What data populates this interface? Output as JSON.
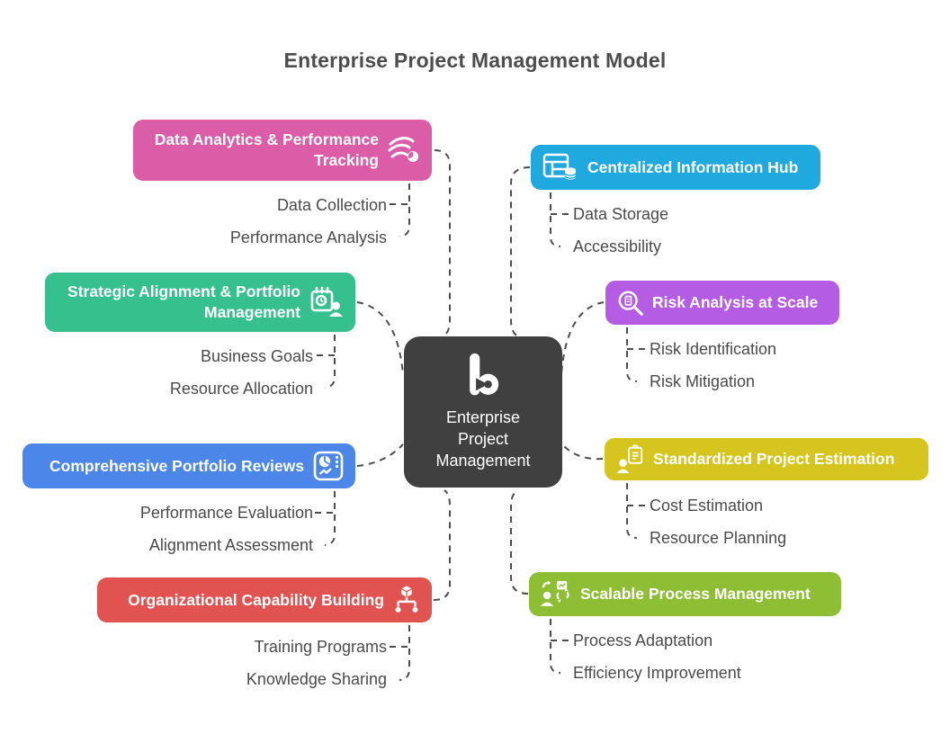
{
  "title": "Enterprise Project Management Model",
  "connector_color": "#4d4d4d",
  "center": {
    "label": "Enterprise Project Management",
    "lines": [
      "Enterprise",
      "Project",
      "Management"
    ],
    "color": "#404040",
    "logo_icon": "b-logo-icon"
  },
  "branches": {
    "left": [
      {
        "label": "Data Analytics & Performance Tracking",
        "color": "#DB5CA7",
        "icon": "wind-performance-icon",
        "items": [
          "Data Collection",
          "Performance Analysis"
        ]
      },
      {
        "label": "Strategic Alignment & Portfolio Management",
        "color": "#35C08D",
        "icon": "calendar-user-icon",
        "items": [
          "Business Goals",
          "Resource Allocation"
        ]
      },
      {
        "label": "Comprehensive Portfolio Reviews",
        "color": "#4C86E8",
        "icon": "pie-chart-report-icon",
        "items": [
          "Performance Evaluation",
          "Alignment Assessment"
        ]
      },
      {
        "label": "Organizational Capability Building",
        "color": "#E15350",
        "icon": "hierarchy-icon",
        "items": [
          "Training Programs",
          "Knowledge Sharing"
        ]
      }
    ],
    "right": [
      {
        "label": "Centralized Information Hub",
        "color": "#20A9DE",
        "icon": "database-table-icon",
        "items": [
          "Data Storage",
          "Accessibility"
        ]
      },
      {
        "label": "Risk Analysis at Scale",
        "color": "#B55CE5",
        "icon": "magnifier-risk-icon",
        "items": [
          "Risk Identification",
          "Risk Mitigation"
        ]
      },
      {
        "label": "Standardized Project Estimation",
        "color": "#D6C51F",
        "icon": "estimator-clipboard-icon",
        "items": [
          "Cost Estimation",
          "Resource Planning"
        ]
      },
      {
        "label": "Scalable Process Management",
        "color": "#8DBE34",
        "icon": "process-user-icon",
        "items": [
          "Process Adaptation",
          "Efficiency Improvement"
        ]
      }
    ]
  }
}
